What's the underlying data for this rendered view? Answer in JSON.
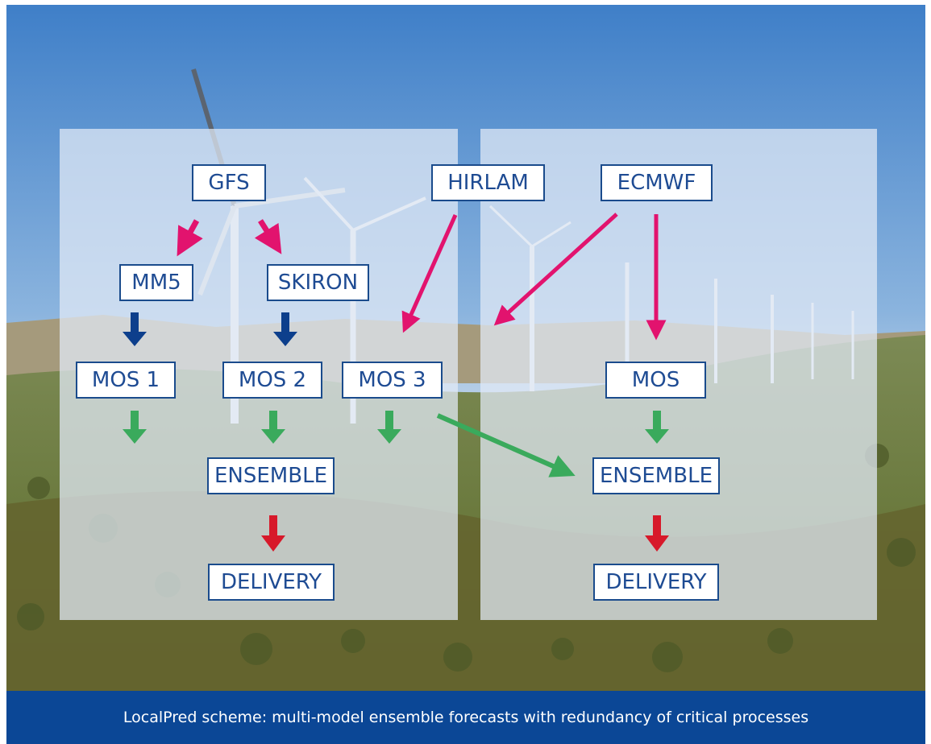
{
  "diagram": {
    "nodes": {
      "gfs": "GFS",
      "hirlam": "HIRLAM",
      "ecmwf": "ECMWF",
      "mm5": "MM5",
      "skiron": "SKIRON",
      "mos1": "MOS 1",
      "mos2": "MOS 2",
      "mos3": "MOS 3",
      "mos": "MOS",
      "ensemble_left": "ENSEMBLE",
      "ensemble_right": "ENSEMBLE",
      "delivery_left": "DELIVERY",
      "delivery_right": "DELIVERY"
    },
    "edges": [
      {
        "from": "GFS",
        "to": "MM5",
        "color": "#e2136e"
      },
      {
        "from": "GFS",
        "to": "SKIRON",
        "color": "#e2136e"
      },
      {
        "from": "HIRLAM",
        "to": "MOS 3",
        "color": "#e2136e"
      },
      {
        "from": "ECMWF",
        "to": "left panel",
        "color": "#e2136e"
      },
      {
        "from": "ECMWF",
        "to": "MOS",
        "color": "#e2136e"
      },
      {
        "from": "MM5",
        "to": "MOS 1",
        "color": "#0d3f8c"
      },
      {
        "from": "SKIRON",
        "to": "MOS 2",
        "color": "#0d3f8c"
      },
      {
        "from": "MOS 1",
        "to": "ENSEMBLE",
        "color": "#3aaa5c"
      },
      {
        "from": "MOS 2",
        "to": "ENSEMBLE",
        "color": "#3aaa5c"
      },
      {
        "from": "MOS 3",
        "to": "ENSEMBLE",
        "color": "#3aaa5c"
      },
      {
        "from": "MOS 3",
        "to": "ENSEMBLE (right)",
        "color": "#3aaa5c"
      },
      {
        "from": "MOS",
        "to": "ENSEMBLE (right)",
        "color": "#3aaa5c"
      },
      {
        "from": "ENSEMBLE",
        "to": "DELIVERY",
        "color": "#d7192a"
      },
      {
        "from": "ENSEMBLE (right)",
        "to": "DELIVERY (right)",
        "color": "#d7192a"
      }
    ]
  },
  "caption": "LocalPred scheme: multi-model ensemble forecasts with redundancy of critical processes",
  "colors": {
    "node_border": "#1a4b8c",
    "node_text": "#1e4b93",
    "arrow_pink": "#e2136e",
    "arrow_blue": "#0d3f8c",
    "arrow_green": "#3aaa5c",
    "arrow_red": "#d7192a",
    "caption_bar": "#0b4796"
  },
  "background": {
    "description_icon": "wind-farm-photo"
  }
}
